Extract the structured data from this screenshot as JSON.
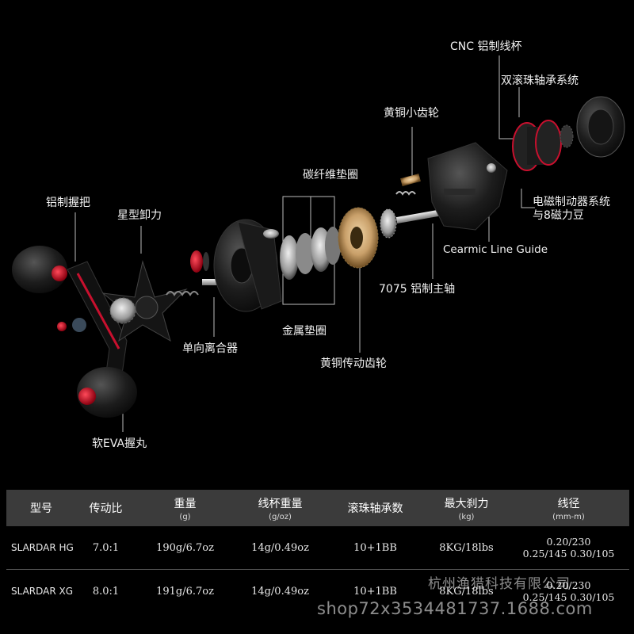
{
  "labels": {
    "cnc_spool": "CNC 铝制线杯",
    "dual_bearing": "双滚珠轴承系统",
    "brass_pinion": "黄铜小齿轮",
    "carbon_washer": "碳纤维垫圈",
    "alu_handle": "铝制握把",
    "star_drag": "星型卸力",
    "electromagnetic_brake_1": "电磁制动器系统",
    "electromagnetic_brake_2": "与8磁力豆",
    "line_guide": "Cearmic Line Guide",
    "main_shaft": "7075 铝制主轴",
    "one_way_clutch": "单向离合器",
    "metal_washer": "金属垫圈",
    "brass_drive_gear": "黄铜传动齿轮",
    "eva_knob": "软EVA握丸"
  },
  "table": {
    "headers": [
      {
        "label": "型号",
        "unit": ""
      },
      {
        "label": "传动比",
        "unit": ""
      },
      {
        "label": "重量",
        "unit": "(g)"
      },
      {
        "label": "线杯重量",
        "unit": "(g/oz)"
      },
      {
        "label": "滚珠轴承数",
        "unit": ""
      },
      {
        "label": "最大刹力",
        "unit": "(kg)"
      },
      {
        "label": "线径",
        "unit": "(mm-m)"
      }
    ],
    "rows": [
      {
        "model": "SLARDAR HG",
        "ratio": "7.0:1",
        "weight": "190g/6.7oz",
        "spool": "14g/0.49oz",
        "bearings": "10+1BB",
        "drag": "8KG/18lbs",
        "line1": "0.20/230",
        "line2": "0.25/145 0.30/105"
      },
      {
        "model": "SLARDAR XG",
        "ratio": "8.0:1",
        "weight": "191g/6.7oz",
        "spool": "14g/0.49oz",
        "bearings": "10+1BB",
        "drag": "8KG/18lbs",
        "line1": "0.20/230",
        "line2": "0.25/145 0.30/105"
      }
    ]
  },
  "watermark": {
    "company": "杭州渔猎科技有限公司",
    "shop": "shop72x3534481737.1688.com"
  },
  "colors": {
    "accent_red": "#c8102e",
    "header_bg": "#3b3b3b",
    "brass": "#c9a06a"
  }
}
